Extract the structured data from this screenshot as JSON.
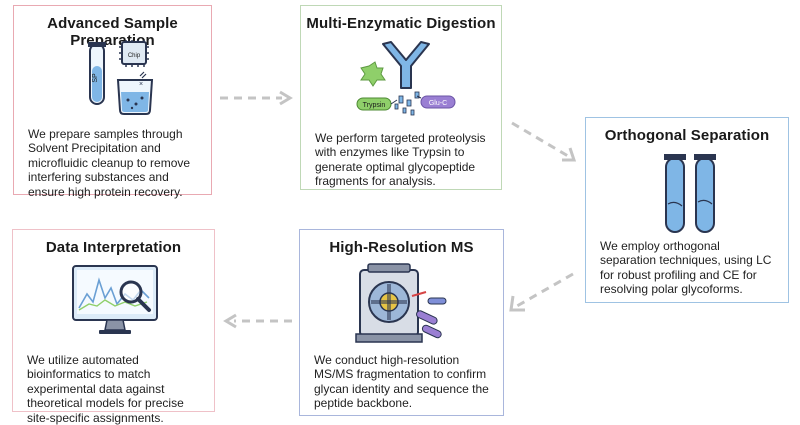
{
  "steps": [
    {
      "title": "Advanced Sample Preparation",
      "description": "We prepare samples through Solvent Precipitation and microfluidic cleanup to remove interfering substances and ensure high protein recovery.",
      "illustration_labels": [
        "SP",
        "Chip"
      ],
      "border_color": "#e9a9b2"
    },
    {
      "title": "Multi-Enzymatic Digestion",
      "description": "We perform targeted proteolysis with enzymes like Trypsin to generate optimal glycopeptide fragments for analysis.",
      "illustration_labels": [
        "Trypsin",
        "Glu-C"
      ],
      "border_color": "#bfd8b6"
    },
    {
      "title": "Orthogonal Separation",
      "description": "We employ orthogonal separation techniques, using LC for robust profiling and CE for resolving polar glycoforms.",
      "border_color": "#9fc3e3"
    },
    {
      "title": "High-Resolution MS",
      "description": "We conduct high-resolution MS/MS fragmentation to confirm glycan identity and sequence the peptide backbone.",
      "border_color": "#a9b6dc"
    },
    {
      "title": "Data Interpretation",
      "description": "We utilize automated bioinformatics to match experimental data against theoretical models for precise site-specific assignments.",
      "border_color": "#efc1c8"
    }
  ],
  "colors": {
    "arrow": "#c4c4c4",
    "blue_liquid": "#7fb6e6",
    "dark_navy": "#2a3550",
    "green": "#8fcf6a",
    "purple": "#9a7fd3"
  }
}
